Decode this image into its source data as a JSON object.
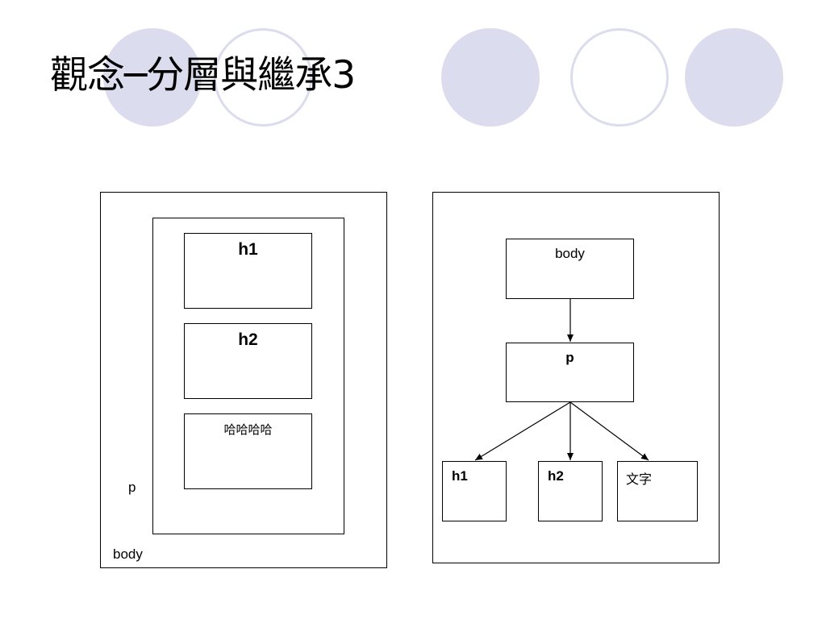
{
  "slide": {
    "title": "觀念─分層與繼承3"
  },
  "nested_diagram": {
    "outer_label": "body",
    "middle_label": "p",
    "inner_boxes": [
      "h1",
      "h2",
      "哈哈哈哈"
    ]
  },
  "tree_diagram": {
    "root": "body",
    "middle": "p",
    "leaves": [
      "h1",
      "h2",
      "文字"
    ]
  },
  "colors": {
    "decor_circle": "#dcdcef",
    "line": "#000000"
  }
}
